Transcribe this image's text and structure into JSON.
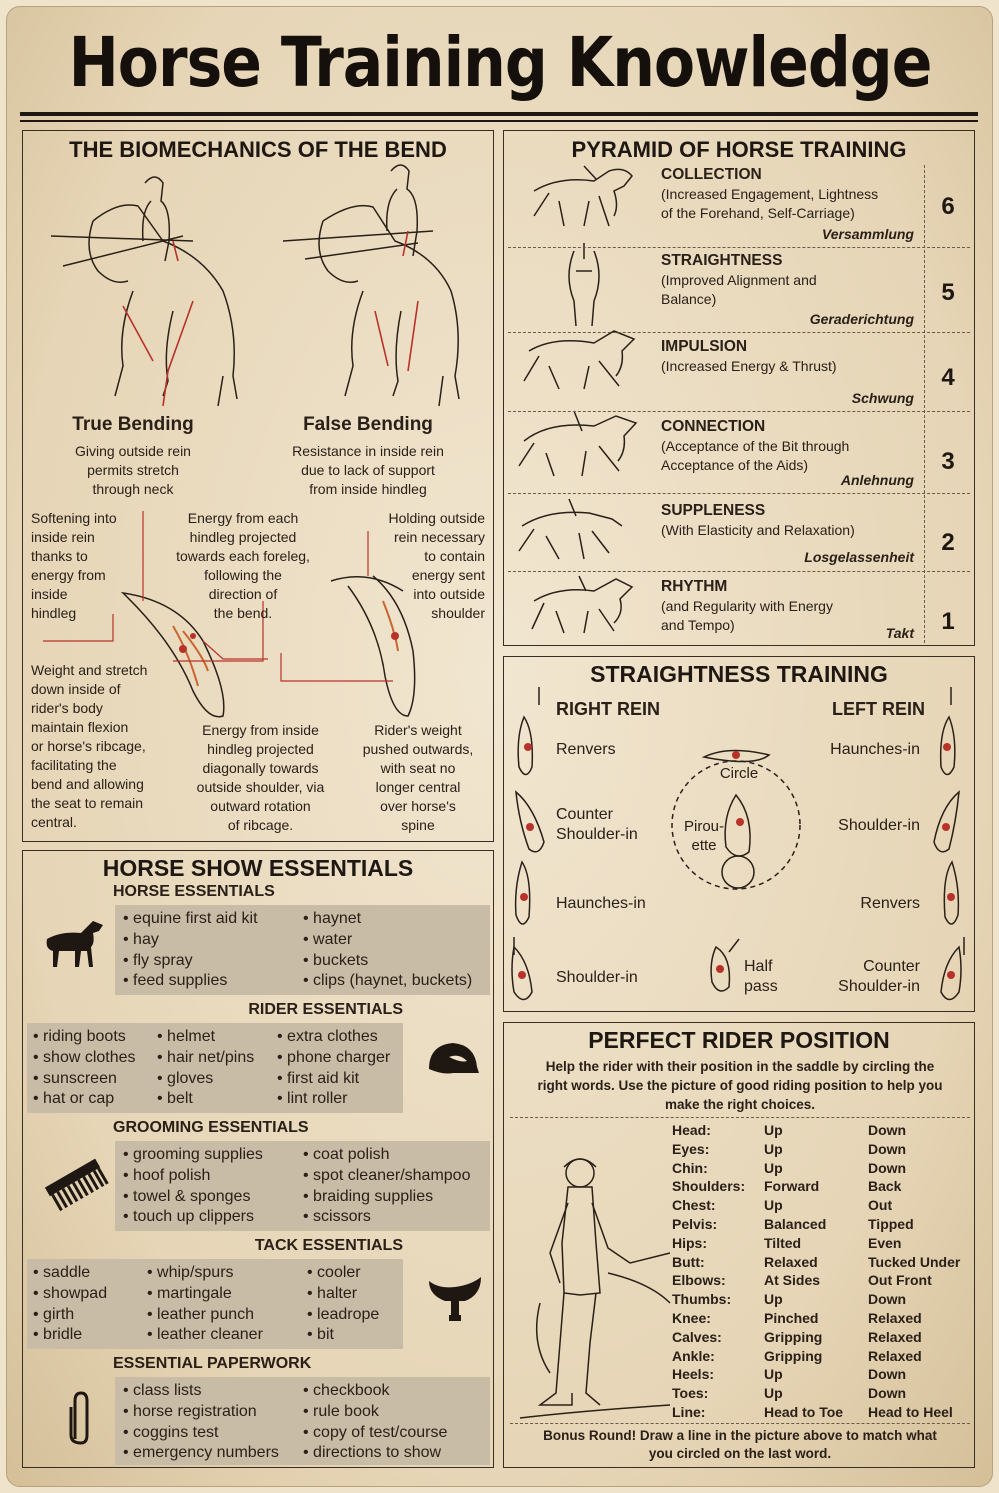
{
  "title": "Horse Training Knowledge",
  "bend": {
    "heading": "THE BIOMECHANICS OF THE BEND",
    "true_title": "True Bending",
    "true_desc": [
      "Giving outside rein",
      "permits stretch",
      "through neck"
    ],
    "false_title": "False Bending",
    "false_desc": [
      "Resistance in inside rein",
      "due to lack of support",
      "from inside hindleg"
    ],
    "note_soften": [
      "Softening into",
      "inside rein",
      "thanks to",
      "energy from",
      "inside",
      "hindleg"
    ],
    "note_energy_each": [
      "Energy from each",
      "hindleg projected",
      "towards each foreleg,",
      "following the",
      "direction of",
      "the bend."
    ],
    "note_holding": [
      "Holding outside",
      "rein necessary",
      "to contain",
      "energy sent",
      "into outside",
      "shoulder"
    ],
    "note_weight": [
      "Weight and stretch",
      "down inside of",
      "rider's body",
      "maintain flexion",
      "or horse's ribcage,",
      "facilitating the",
      "bend and allowing",
      "the seat to remain",
      "central."
    ],
    "note_energy_inside": [
      "Energy from inside",
      "hindleg projected",
      "diagonally towards",
      "outside shoulder, via",
      "outward rotation",
      "of ribcage."
    ],
    "note_rider_weight": [
      "Rider's weight",
      "pushed outwards,",
      "with seat no",
      "longer central",
      "over horse's",
      "spine"
    ]
  },
  "pyramid": {
    "heading": "PYRAMID OF HORSE TRAINING",
    "levels": [
      {
        "name": "COLLECTION",
        "desc": [
          "(Increased Engagement, Lightness",
          "of the Forehand, Self-Carriage)"
        ],
        "german": "Versammlung",
        "num": "6"
      },
      {
        "name": "STRAIGHTNESS",
        "desc": [
          "(Improved Alignment and",
          "Balance)"
        ],
        "german": "Geraderichtung",
        "num": "5"
      },
      {
        "name": "IMPULSION",
        "desc": [
          "(Increased Energy & Thrust)"
        ],
        "german": "Schwung",
        "num": "4"
      },
      {
        "name": "CONNECTION",
        "desc": [
          "(Acceptance of the Bit through",
          "Acceptance of the Aids)"
        ],
        "german": "Anlehnung",
        "num": "3"
      },
      {
        "name": "SUPPLENESS",
        "desc": [
          "(With Elasticity and Relaxation)"
        ],
        "german": "Losgelassenheit",
        "num": "2"
      },
      {
        "name": "RHYTHM",
        "desc": [
          "(and Regularity with Energy",
          "and Tempo)"
        ],
        "german": "Takt",
        "num": "1"
      }
    ]
  },
  "straightness": {
    "heading": "STRAIGHTNESS TRAINING",
    "right_rein": "RIGHT REIN",
    "left_rein": "LEFT REIN",
    "r1": "Renvers",
    "r2": [
      "Counter",
      "Shoulder-in"
    ],
    "r3": "Haunches-in",
    "r4": "Shoulder-in",
    "l1": "Haunches-in",
    "l2": "Shoulder-in",
    "l3": "Renvers",
    "l4": [
      "Counter",
      "Shoulder-in"
    ],
    "circle": "Circle",
    "pirouette": [
      "Pirou-",
      "ette"
    ],
    "half_pass": [
      "Half",
      "pass"
    ]
  },
  "show": {
    "heading": "HORSE SHOW ESSENTIALS",
    "horse_title": "HORSE ESSENTIALS",
    "horse_a": [
      "equine first aid kit",
      "hay",
      "fly spray",
      "feed supplies"
    ],
    "horse_b": [
      "haynet",
      "water",
      "buckets",
      "clips (haynet, buckets)"
    ],
    "rider_title": "RIDER ESSENTIALS",
    "rider_a": [
      "riding boots",
      "show clothes",
      "sunscreen",
      "hat or cap"
    ],
    "rider_b": [
      "helmet",
      "hair net/pins",
      "gloves",
      "belt"
    ],
    "rider_c": [
      "extra clothes",
      "phone charger",
      "first aid kit",
      "lint roller"
    ],
    "groom_title": "GROOMING ESSENTIALS",
    "groom_a": [
      "grooming supplies",
      "hoof polish",
      "towel & sponges",
      "touch up clippers"
    ],
    "groom_b": [
      "coat polish",
      "spot cleaner/shampoo",
      "braiding supplies",
      "scissors"
    ],
    "tack_title": "TACK ESSENTIALS",
    "tack_a": [
      "saddle",
      "showpad",
      "girth",
      "bridle"
    ],
    "tack_b": [
      "whip/spurs",
      "martingale",
      "leather punch",
      "leather cleaner"
    ],
    "tack_c": [
      "cooler",
      "halter",
      "leadrope",
      "bit"
    ],
    "paper_title": "ESSENTIAL PAPERWORK",
    "paper_a": [
      "class lists",
      "horse registration",
      "coggins test",
      "emergency numbers"
    ],
    "paper_b": [
      "checkbook",
      "rule book",
      "copy of test/course",
      "directions to show"
    ]
  },
  "position": {
    "heading": "PERFECT RIDER POSITION",
    "intro": [
      "Help the rider with their position in the saddle by circling the",
      "right words. Use the picture of good riding position to help you",
      "make the right choices."
    ],
    "parts": [
      "Head:",
      "Eyes:",
      "Chin:",
      "Shoulders:",
      "Chest:",
      "Pelvis:",
      "Hips:",
      "Butt:",
      "Elbows:",
      "Thumbs:",
      "Knee:",
      "Calves:",
      "Ankle:",
      "Heels:",
      "Toes:",
      "Line:"
    ],
    "opt1": [
      "Up",
      "Up",
      "Up",
      "Forward",
      "Up",
      "Balanced",
      "Tilted",
      "Relaxed",
      "At Sides",
      "Up",
      "Pinched",
      "Gripping",
      "Gripping",
      "Up",
      "Up",
      "Head to Toe"
    ],
    "opt2": [
      "Down",
      "Down",
      "Down",
      "Back",
      "Out",
      "Tipped",
      "Even",
      "Tucked Under",
      "Out Front",
      "Down",
      "Relaxed",
      "Relaxed",
      "Relaxed",
      "Down",
      "Down",
      "Head to Heel"
    ],
    "bonus": [
      "Bonus Round! Draw a line in the picture above to match what",
      "you circled on the last word."
    ]
  },
  "colors": {
    "ink": "#1f1712",
    "accent_red": "#b8322a",
    "accent_orange": "#c9652e",
    "gray_box": "#c9bca6",
    "paper": "#e9dbc1"
  }
}
